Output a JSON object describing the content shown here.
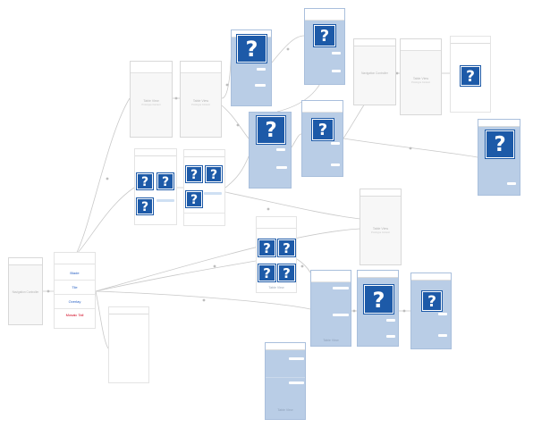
{
  "diagram": {
    "placeholders": {
      "navigation_controller": "Navigation Controller",
      "table_view": "Table View",
      "prototype_content": "Prototype Content"
    },
    "menu_items": [
      "Blade",
      "Tile",
      "Overlay",
      "Mosaic Tall"
    ],
    "icon_glyph": "?",
    "colors": {
      "placeholder_scene": "#f7f7f7",
      "image_scene": "#b9cde6",
      "icon_fill": "#1d5aa8",
      "connector": "#c9c9c9",
      "link_text": "#2a62c4",
      "destructive_text": "#d0021b"
    }
  }
}
